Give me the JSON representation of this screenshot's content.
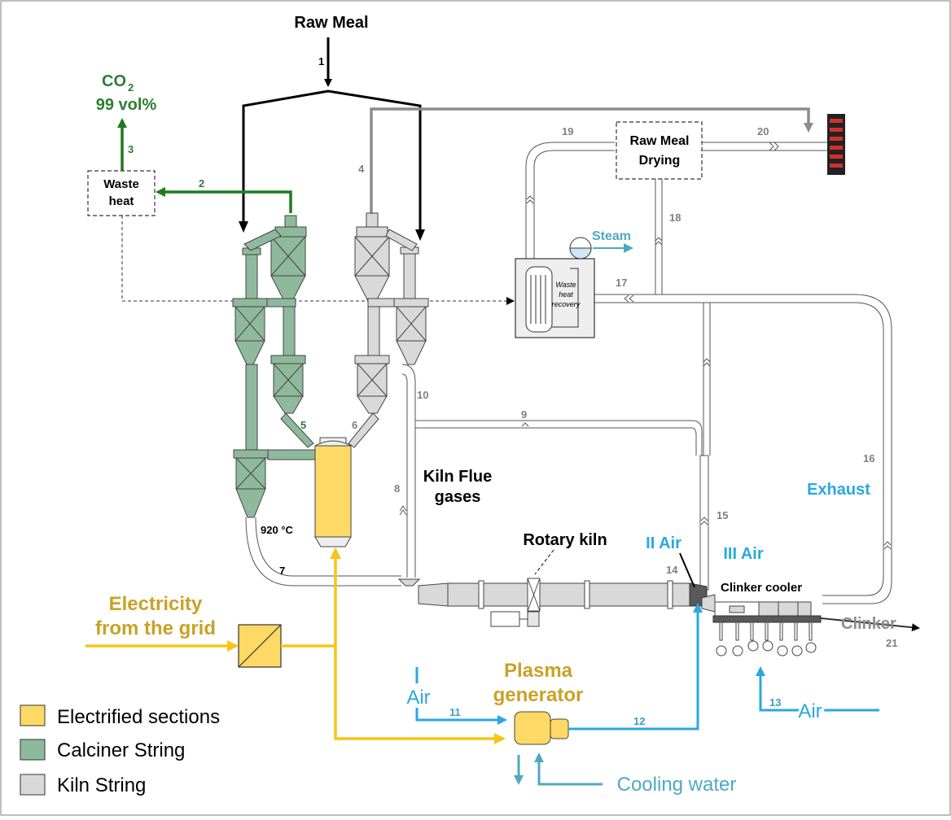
{
  "labels": {
    "raw_meal": "Raw Meal",
    "co2": "CO",
    "co2_sub": "2",
    "co2_purity": "99 vol%",
    "waste_heat_1": "Waste",
    "waste_heat_2": "heat",
    "raw_meal_drying_1": "Raw Meal",
    "raw_meal_drying_2": "Drying",
    "steam": "Steam",
    "whr_1": "Waste",
    "whr_2": "heat",
    "whr_3": "recovery",
    "kiln_flue_1": "Kiln Flue",
    "kiln_flue_2": "gases",
    "temp": "920 °C",
    "rotary_kiln": "Rotary kiln",
    "ii_air": "II Air",
    "iii_air": "III Air",
    "exhaust": "Exhaust",
    "clinker_cooler": "Clinker cooler",
    "clinker": "Clinker",
    "electricity_1": "Electricity",
    "electricity_2": "from the grid",
    "air_11": "Air",
    "plasma_1": "Plasma",
    "plasma_2": "generator",
    "air_13": "Air",
    "cooling_water": "Cooling water"
  },
  "streams": [
    "1",
    "2",
    "3",
    "4",
    "5",
    "6",
    "7",
    "8",
    "9",
    "10",
    "11",
    "12",
    "13",
    "14",
    "15",
    "16",
    "17",
    "18",
    "19",
    "20",
    "21"
  ],
  "legend": [
    {
      "label": "Electrified sections",
      "color": "#ffd966"
    },
    {
      "label": "Calciner String",
      "color": "#8fb99c"
    },
    {
      "label": "Kiln String",
      "color": "#d9d9d9"
    }
  ],
  "colors": {
    "electric": "#f5c518",
    "electric_fill": "#ffd966",
    "calciner": "#8fb99c",
    "kiln": "#d9d9d9",
    "green_line": "#1e7b1e",
    "cyan": "#29a8df",
    "teal": "#4ea9c3",
    "gray_line": "#8c8c8c"
  }
}
